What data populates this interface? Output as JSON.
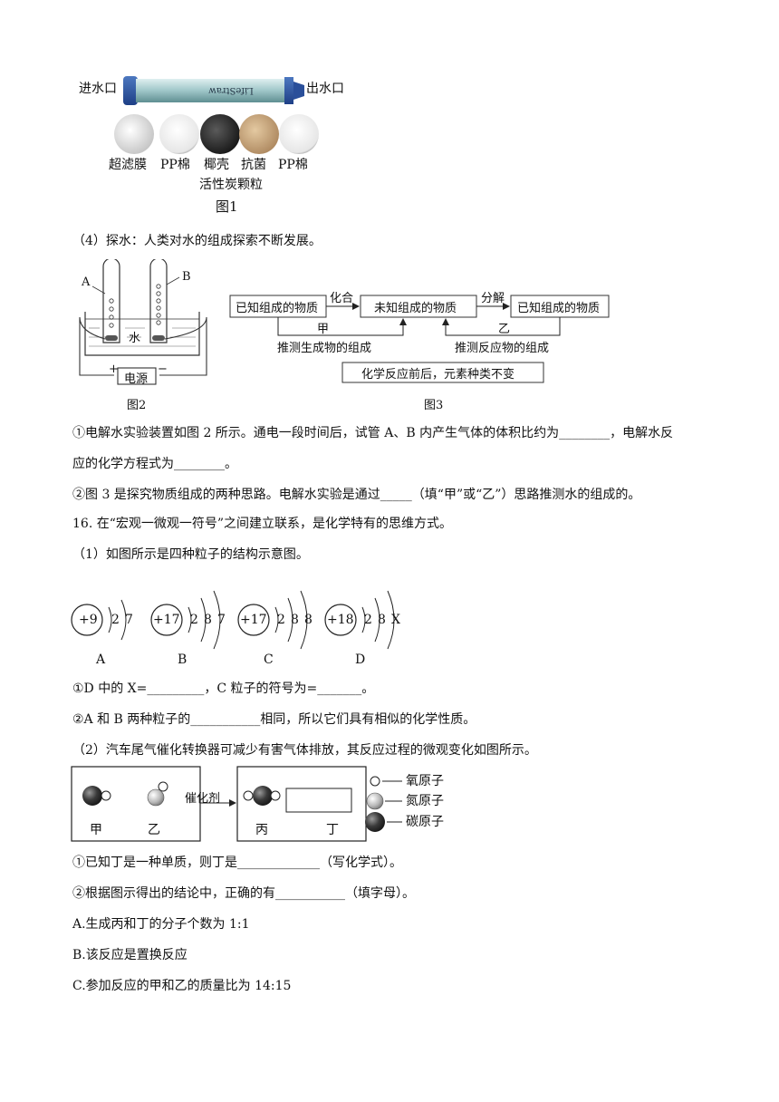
{
  "fig1": {
    "inlet": "进水口",
    "outlet": "出水口",
    "brand": "LifeStraw",
    "layers": [
      "超滤膜",
      "PP棉",
      "椰壳",
      "抗菌",
      "PP棉"
    ],
    "layer_sub": "活性炭颗粒",
    "caption": "图1"
  },
  "s4": {
    "heading": "（4）探水：人类对水的组成探索不断发展。"
  },
  "fig2": {
    "label_a": "A",
    "label_b": "B",
    "water": "水",
    "power": "电源",
    "plus": "+",
    "minus": "−",
    "caption": "图2"
  },
  "fig3": {
    "box_left": "已知组成的物质",
    "box_mid": "未知组成的物质",
    "box_right": "已知组成的物质",
    "combine": "化合",
    "decompose": "分解",
    "jia": "甲",
    "yi": "乙",
    "infer_products": "推测生成物的组成",
    "infer_reactants": "推测反应物的组成",
    "principle": "化学反应前后，元素种类不变",
    "caption": "图3"
  },
  "q4": {
    "p1_line1": "①电解水实验装置如图 2 所示。通电一段时间后，试管 A、B 内产生气体的体积比约为________，电解水反",
    "p1_line2": "应的化学方程式为________。",
    "p2": "②图 3 是探究物质组成的两种思路。电解水实验是通过_____（填“甲”或“乙”）思路推测水的组成的。"
  },
  "q16": {
    "title": "16. 在“宏观一微观一符号”之间建立联系，是化学特有的思维方式。",
    "sub1": "（1）如图所示是四种粒子的结构示意图。",
    "atoms": [
      {
        "nucleus": "+9",
        "shells": [
          "2",
          "7"
        ],
        "label": "A"
      },
      {
        "nucleus": "+17",
        "shells": [
          "2",
          "8",
          "7"
        ],
        "label": "B"
      },
      {
        "nucleus": "+17",
        "shells": [
          "2",
          "8",
          "8"
        ],
        "label": "C"
      },
      {
        "nucleus": "+18",
        "shells": [
          "2",
          "8",
          "X"
        ],
        "label": "D"
      }
    ],
    "a1": "①D 中的 X=_________，C 粒子的符号为=_______。",
    "a2": "②A 和 B 两种粒子的___________相同，所以它们具有相似的化学性质。",
    "sub2": "（2）汽车尾气催化转换器可减少有害气体排放，其反应过程的微观变化如图所示。",
    "reaction": {
      "catalyst": "催化剂",
      "jia": "甲",
      "yi": "乙",
      "bing": "丙",
      "ding": "丁",
      "legend": [
        "氧原子",
        "氮原子",
        "碳原子"
      ]
    },
    "b1": "①已知丁是一种单质，则丁是_____________（写化学式）。",
    "b2": "②根据图示得出的结论中，正确的有___________（填字母）。",
    "opt_a": "A.生成丙和丁的分子个数为 1:1",
    "opt_b": "B.该反应是置换反应",
    "opt_c": "C.参加反应的甲和乙的质量比为 14:15"
  }
}
